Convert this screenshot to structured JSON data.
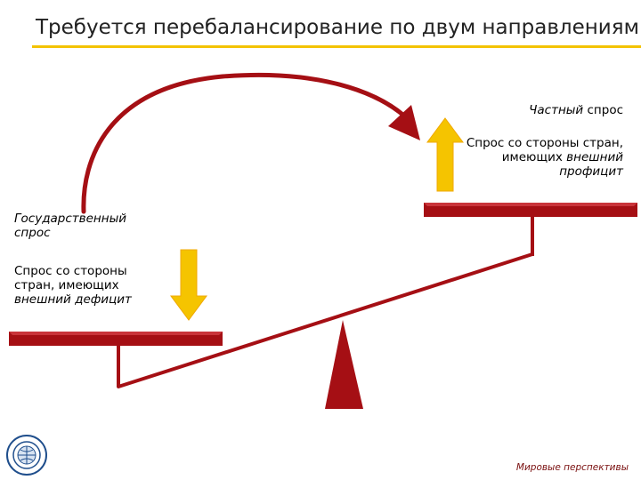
{
  "slide": {
    "title": "Требуется перебалансирование по двум направлениям",
    "source": "Мировые перспективы"
  },
  "right_side": {
    "private_demand": {
      "italic": "Частный",
      "normal": " спрос"
    },
    "surplus_lines": [
      {
        "normal": "Спрос со стороны стран,",
        "italic": ""
      },
      {
        "normal": "имеющих ",
        "italic": "внешний"
      },
      {
        "normal": "",
        "italic": "профицит"
      }
    ]
  },
  "left_side": {
    "government_demand_lines": [
      "Государственный",
      "спрос"
    ],
    "deficit_lines": [
      {
        "normal": "Спрос со стороны",
        "italic": ""
      },
      {
        "normal": "стран, имеющих",
        "italic": ""
      },
      {
        "normal": "",
        "italic": "внешний дефицит"
      }
    ]
  },
  "colors": {
    "beam": "#a50f14",
    "arrow_fill": "#f5c400",
    "arrow_outline": "#f0a800",
    "title_rule": "#f3c300",
    "connector": "#a50f14"
  },
  "icons": {
    "up_arrow": "up-arrow-icon",
    "down_arrow": "down-arrow-icon",
    "curved_arrow": "curved-arrow-icon",
    "logo": "imf-logo-icon"
  }
}
